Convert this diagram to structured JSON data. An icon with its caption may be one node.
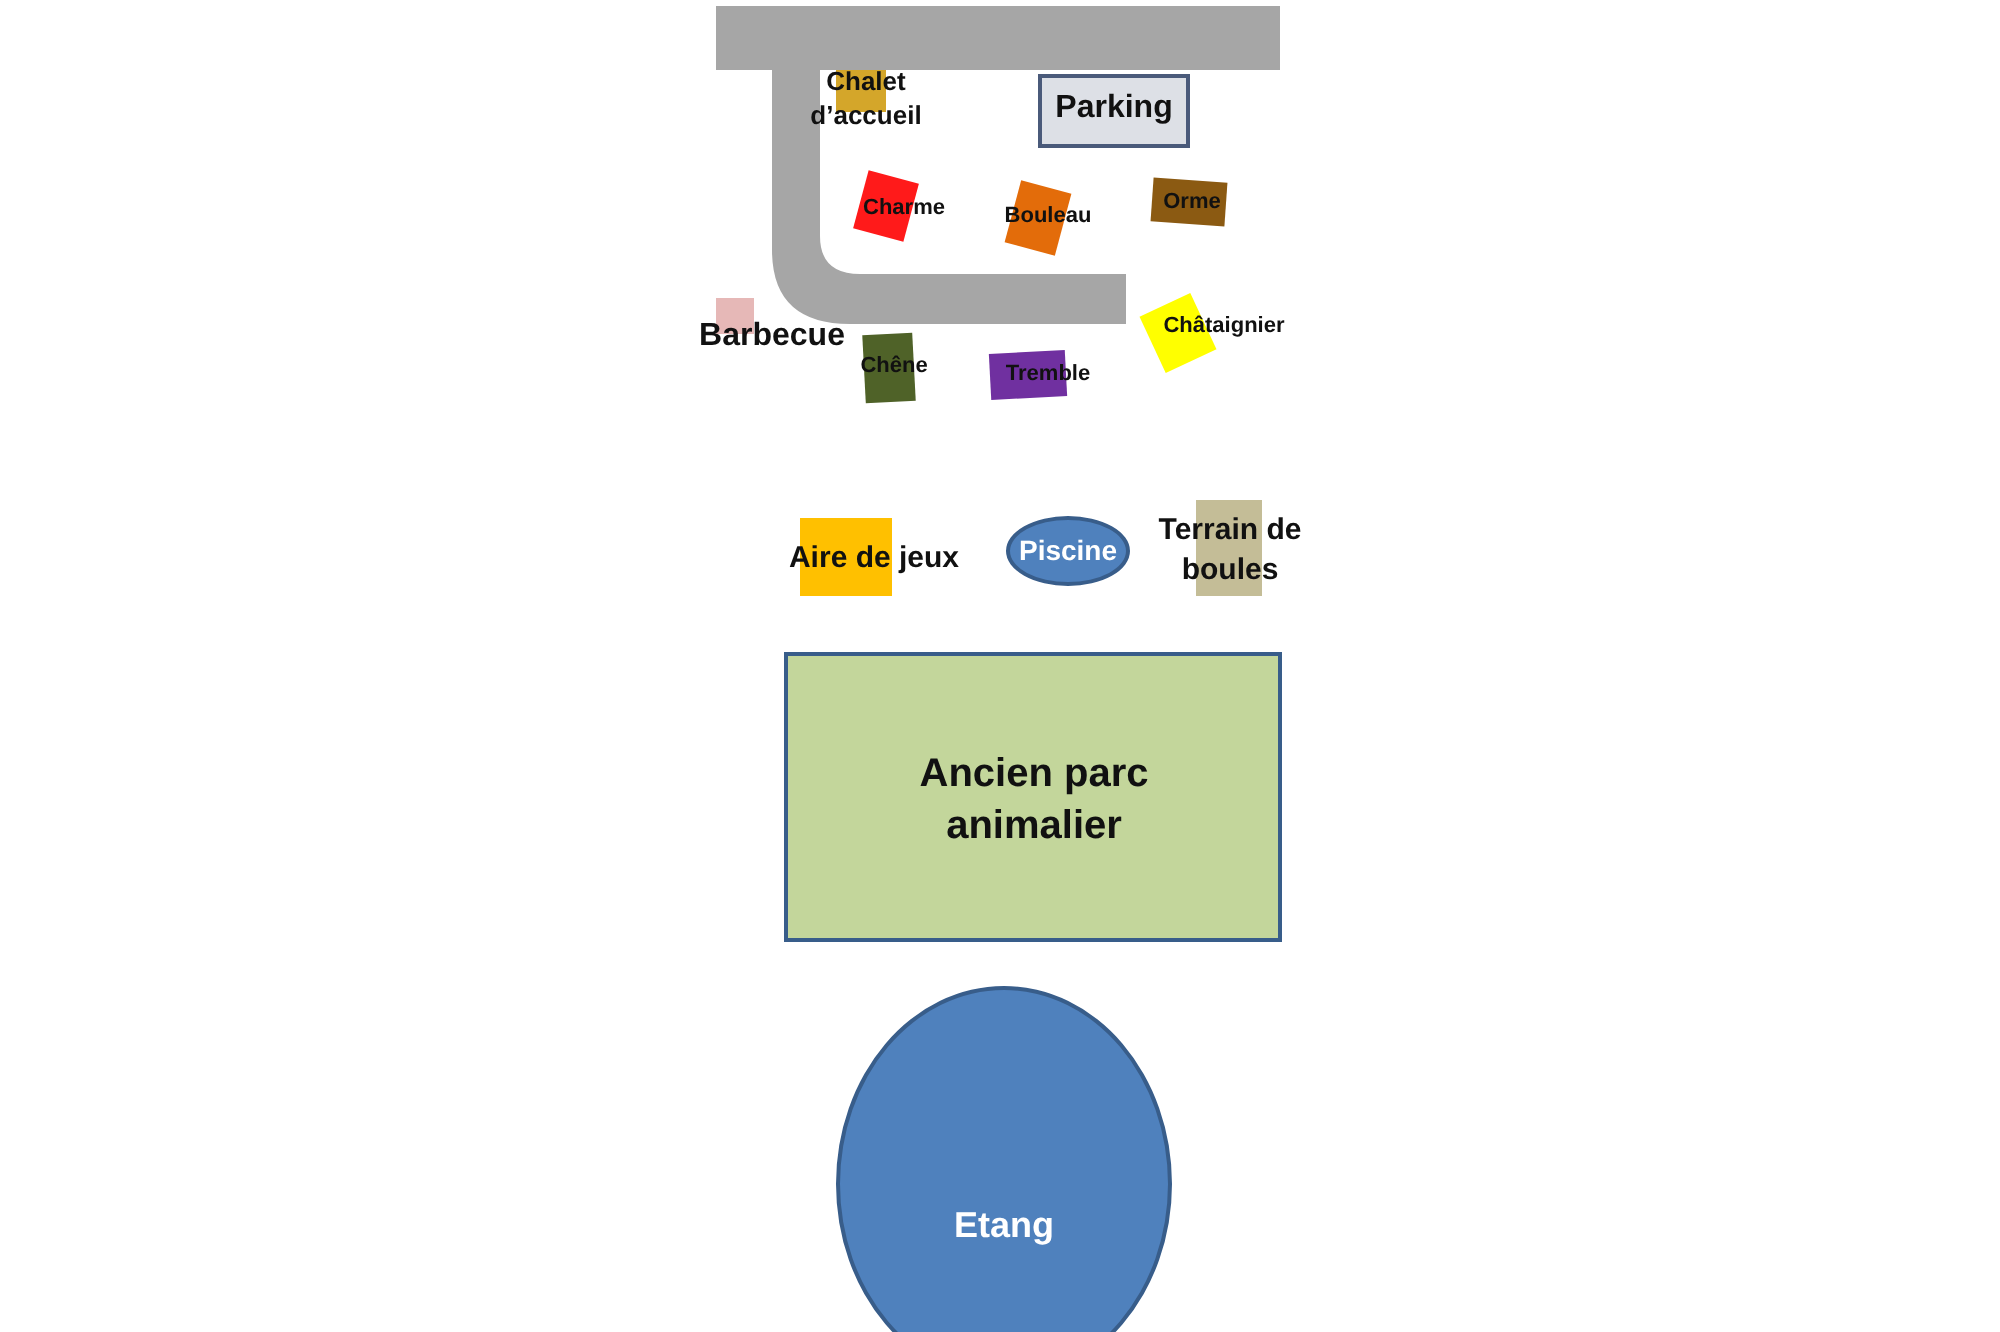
{
  "diagram": {
    "nodes": [
      {
        "text": [
          "Chalet d’accueil"
        ]
      },
      {
        "text": [
          "Parking"
        ]
      },
      {
        "text": [
          "Charme"
        ]
      },
      {
        "text": [
          "Bouleau"
        ]
      },
      {
        "text": [
          "Orme"
        ]
      },
      {
        "text": [
          "Barbecue"
        ]
      },
      {
        "text": [
          "Châtaignier"
        ]
      },
      {
        "text": [
          "Chêne"
        ]
      },
      {
        "text": [
          "Tremble"
        ]
      },
      {
        "text": [
          "Aire de jeux"
        ]
      },
      {
        "text": [
          "Piscine"
        ]
      },
      {
        "text": [
          "Terrain de boules"
        ]
      },
      {
        "text": [
          "Ancien parc animalier"
        ]
      },
      {
        "text": [
          "Etang"
        ]
      }
    ]
  }
}
